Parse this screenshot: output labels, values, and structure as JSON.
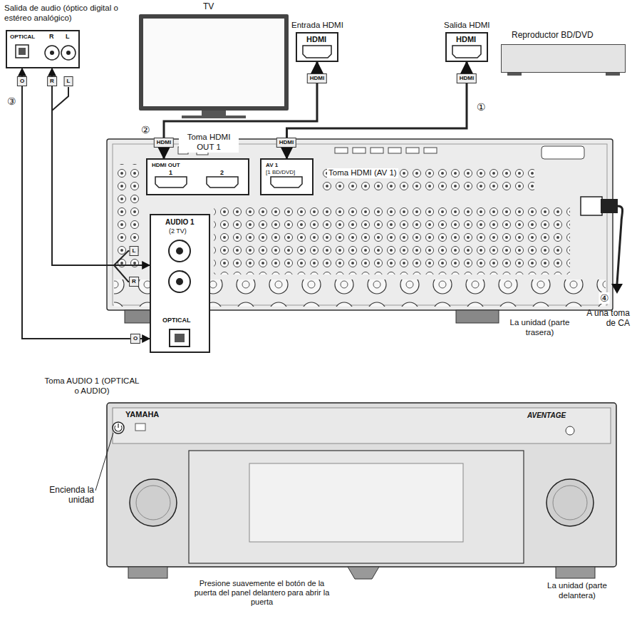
{
  "diagram": {
    "nodes": [
      {
        "text": [
          "Salida de audio (óptico digital o estéreo analógico)",
          "OPTICAL",
          "R",
          "L"
        ]
      },
      {
        "text": [
          "TV"
        ]
      },
      {
        "text": [
          "Entrada HDMI",
          "HDMI"
        ]
      },
      {
        "text": [
          "Salida HDMI",
          "HDMI"
        ]
      },
      {
        "text": [
          "Reproductor BD/DVD"
        ]
      },
      {
        "text": [
          "La unidad (parte trasera)"
        ]
      },
      {
        "text": [
          "Toma HDMI OUT 1",
          "HDMI OUT",
          "1",
          "2"
        ]
      },
      {
        "text": [
          "Toma HDMI (AV 1)",
          "AV 1",
          "[1 BD/DVD]"
        ]
      },
      {
        "text": [
          "Toma AUDIO 1 (OPTICAL o AUDIO)",
          "AUDIO 1",
          "(2 TV)",
          "OPTICAL"
        ]
      },
      {
        "text": [
          "YAMAHA",
          "AVENTAGE",
          "La unidad (parte delantera)"
        ]
      }
    ],
    "edges": [
      {
        "from": 3,
        "to": 7,
        "arrow": "both",
        "label": "①"
      },
      {
        "from": 6,
        "to": 2,
        "arrow": "both",
        "label": "②"
      },
      {
        "from": 0,
        "to": 8,
        "arrow": "both",
        "label": "③"
      },
      {
        "from": 0,
        "to": 8,
        "arrow": "both"
      }
    ],
    "labels": [
      "Encienda la unidad",
      "Presione suavemente el botón de la puerta del panel delantero para abrir la puerta",
      "④",
      "A una toma de CA",
      "HDMI",
      "HDMI",
      "HDMI",
      "HDMI",
      "O",
      "O",
      "R",
      "L",
      "L",
      "R"
    ]
  }
}
